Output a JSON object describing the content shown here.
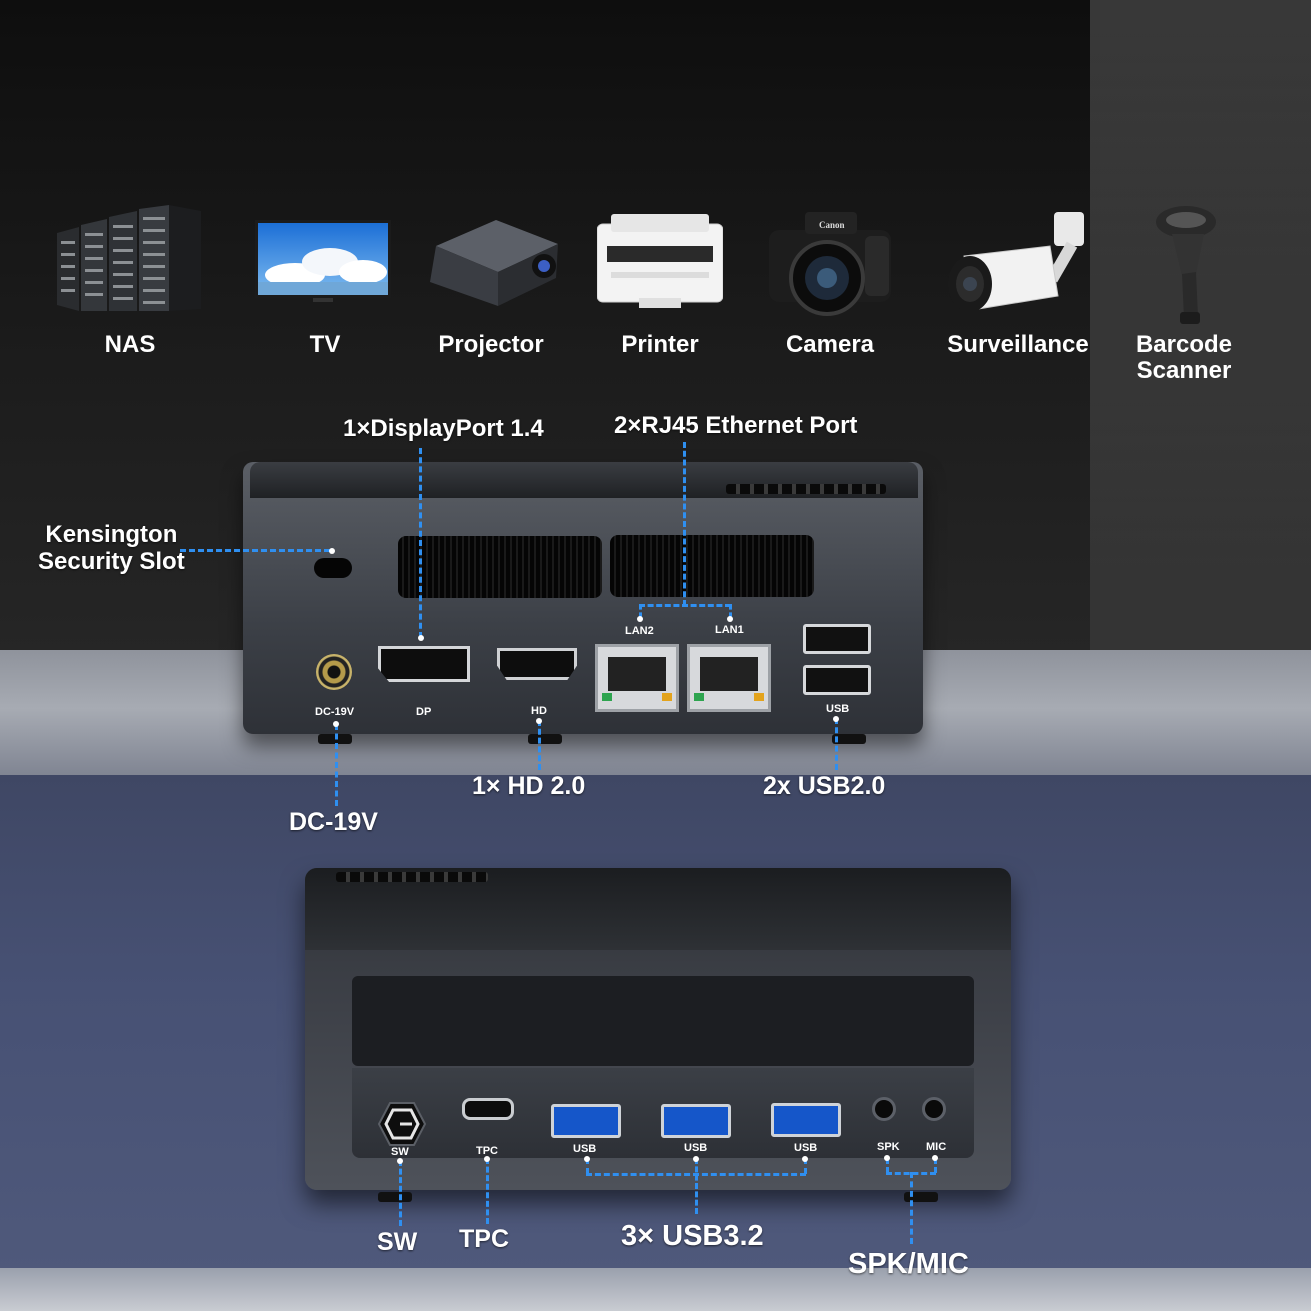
{
  "devices": [
    {
      "label": "NAS",
      "icon": "nas-icon"
    },
    {
      "label": "TV",
      "icon": "tv-icon"
    },
    {
      "label": "Projector",
      "icon": "projector-icon"
    },
    {
      "label": "Printer",
      "icon": "printer-icon"
    },
    {
      "label": "Camera",
      "icon": "camera-icon"
    },
    {
      "label": "Surveillance",
      "icon": "surveillance-camera-icon"
    },
    {
      "label_line1": "Barcode",
      "label_line2": "Scanner",
      "icon": "barcode-scanner-icon"
    }
  ],
  "camera_brand": "Canon",
  "back_panel": {
    "callouts": {
      "displayport": "1×DisplayPort 1.4",
      "rj45": "2×RJ45 Ethernet Port",
      "kensington_line1": "Kensington",
      "kensington_line2": "Security Slot",
      "hd": "1× HD 2.0",
      "usb2": "2x USB2.0",
      "dc": "DC-19V"
    },
    "port_labels": {
      "dc": "DC-19V",
      "dp": "DP",
      "hd": "HD",
      "lan2": "LAN2",
      "lan1": "LAN1",
      "usb": "USB"
    }
  },
  "front_panel": {
    "callouts": {
      "sw": "SW",
      "tpc": "TPC",
      "usb32": "3× USB3.2",
      "spkmic": "SPK/MIC"
    },
    "port_labels": {
      "sw": "SW",
      "tpc": "TPC",
      "usb1": "USB",
      "usb2": "USB",
      "usb3": "USB",
      "spk": "SPK",
      "mic": "MIC"
    }
  },
  "colors": {
    "callout_line": "#2f8ff0",
    "usb3_blue": "#1556c9"
  }
}
